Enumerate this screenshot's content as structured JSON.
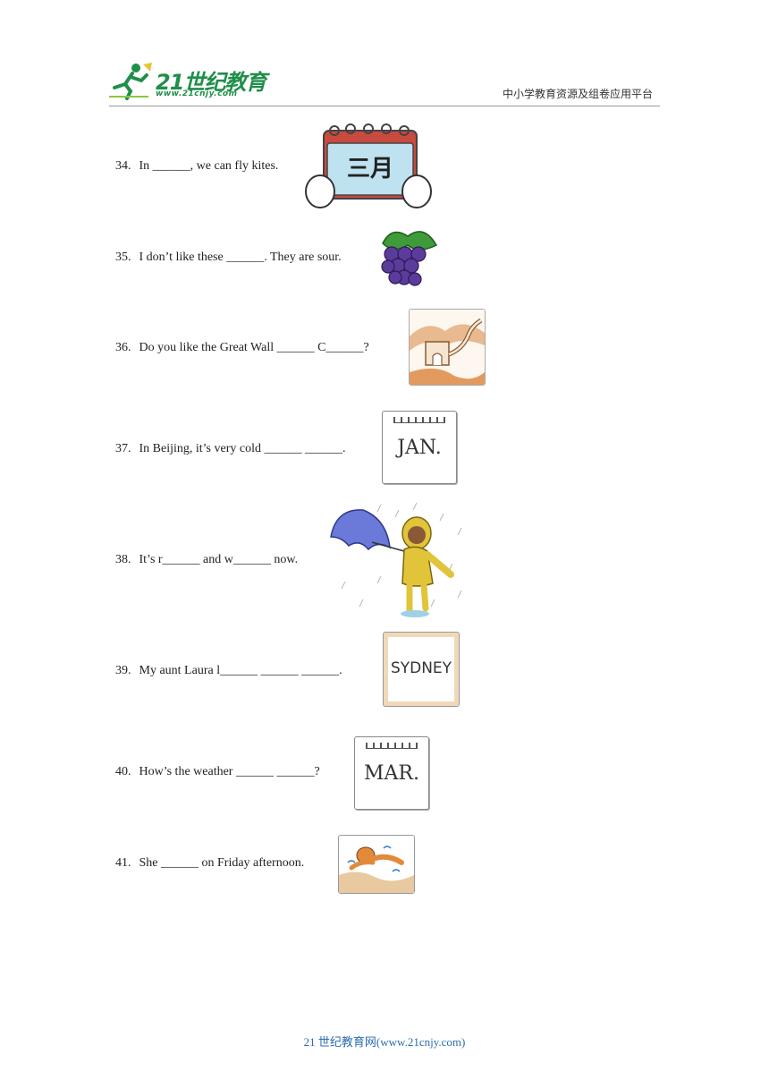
{
  "header": {
    "logo_text": "21世纪教育",
    "logo_sub": "www.21cnjy.com",
    "right_text": "中小学教育资源及组卷应用平台"
  },
  "questions": [
    {
      "num": "34.",
      "text": "In  ______, we can fly kites.",
      "image": "calendar-march-chinese",
      "image_text": "三月"
    },
    {
      "num": "35.",
      "text": "I don’t like these  ______. They are sour.",
      "image": "grapes"
    },
    {
      "num": "36.",
      "text": "Do you like the Great Wall  ______  C______?",
      "image": "great-wall"
    },
    {
      "num": "37.",
      "text": "In Beijing, it’s very cold  ______  ______.",
      "image": "calendar-january",
      "image_text": "JAN."
    },
    {
      "num": "38.",
      "text": "It’s r______  and w______  now.",
      "image": "girl-rain-umbrella"
    },
    {
      "num": "39.",
      "text": "My aunt Laura l______  ______  ______.",
      "image": "sydney-sign",
      "image_text": "SYDNEY"
    },
    {
      "num": "40.",
      "text": "How’s the weather  ______  ______?",
      "image": "calendar-march",
      "image_text": "MAR."
    },
    {
      "num": "41.",
      "text": "She  ______  on Friday afternoon.",
      "image": "swimming-boy"
    }
  ],
  "footer": "21 世纪教育网(www.21cnjy.com)"
}
